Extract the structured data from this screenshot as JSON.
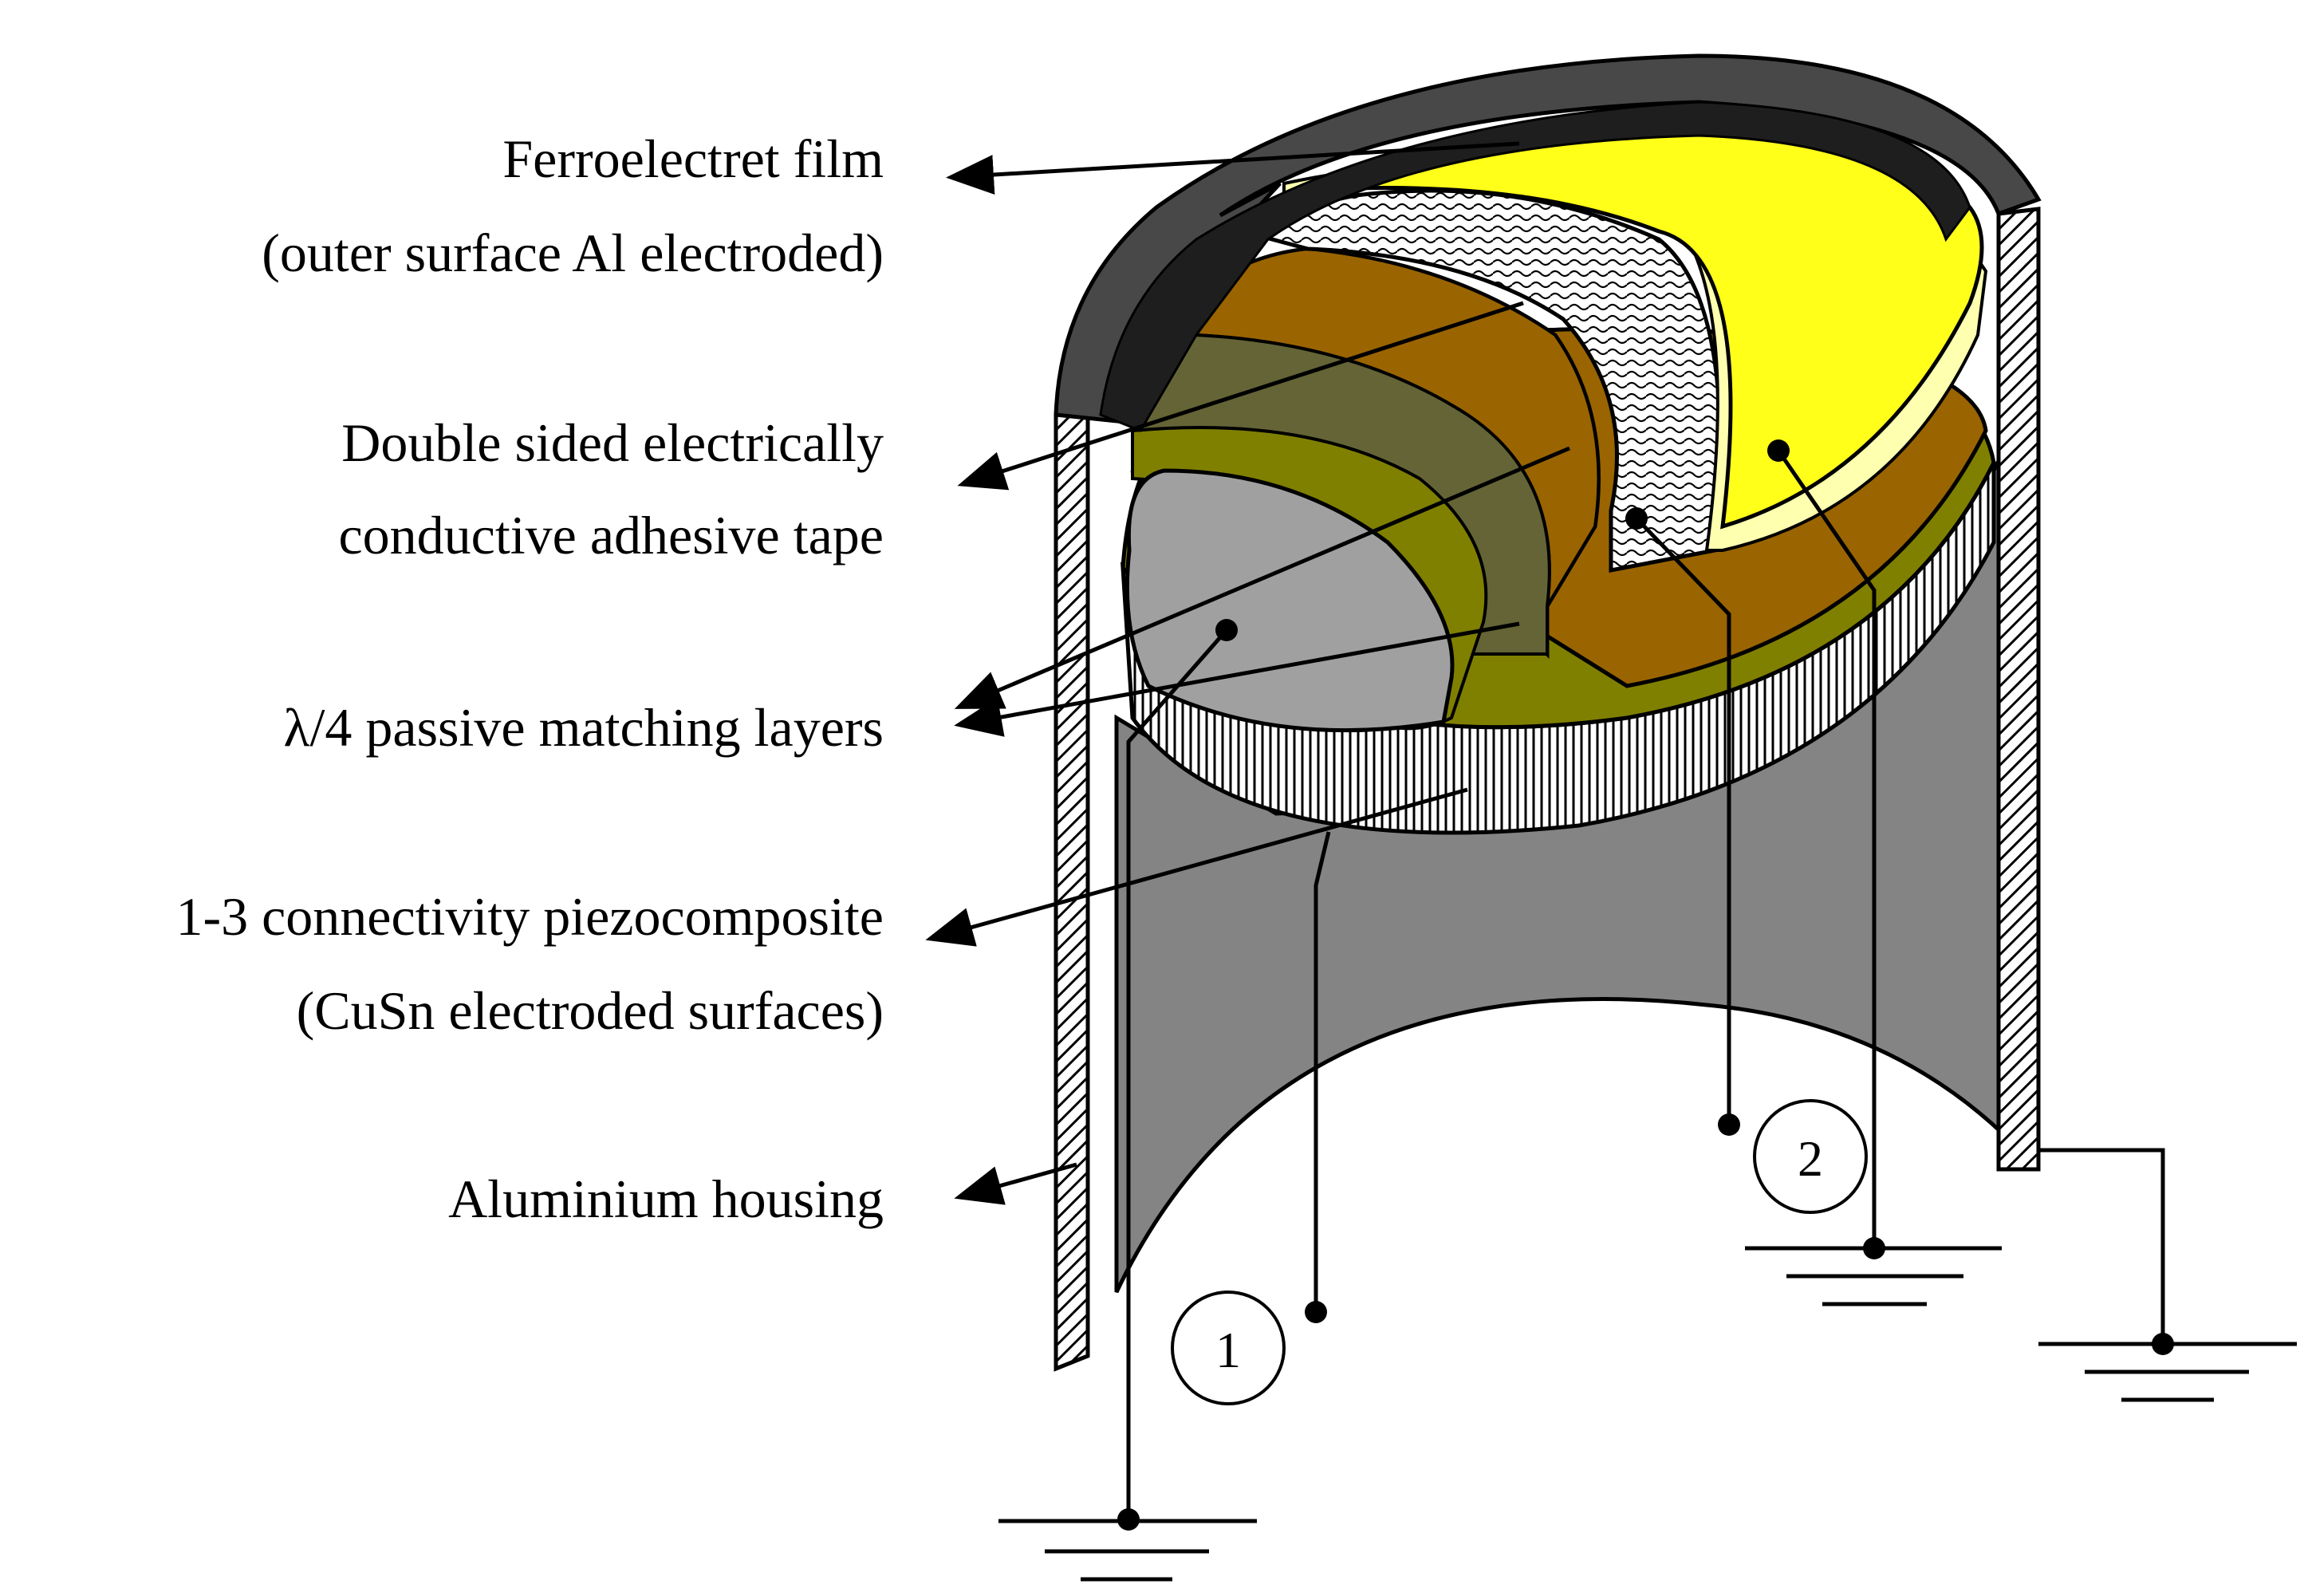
{
  "labels": {
    "ferroelectret_line1": "Ferroelectret film",
    "ferroelectret_line2": "(outer surface Al electroded)",
    "adhesive_line1": "Double sided electrically",
    "adhesive_line2": "conductive adhesive tape",
    "matching_layers": "λ/4 passive matching layers",
    "piezocomposite_line1": "1-3 connectivity piezocomposite",
    "piezocomposite_line2": "(CuSn electroded surfaces)",
    "housing": "Aluminium housing"
  },
  "terminals": {
    "terminal_1": "1",
    "terminal_2": "2"
  },
  "colors": {
    "ferroelectret_film": "#ffff1a",
    "film_edge": "#ffffb0",
    "adhesive_tape": "#ffffff",
    "matching_layer_dark_brown": "#6b3800",
    "matching_layer_orange_brown": "#9a6400",
    "matching_layer_olive": "#808000",
    "matching_layer_olive_dark": "#646436",
    "piezocomposite": "#a0a0a0",
    "housing": "#848484",
    "rim": "#484848",
    "rim_inner": "#1e1e1e"
  }
}
